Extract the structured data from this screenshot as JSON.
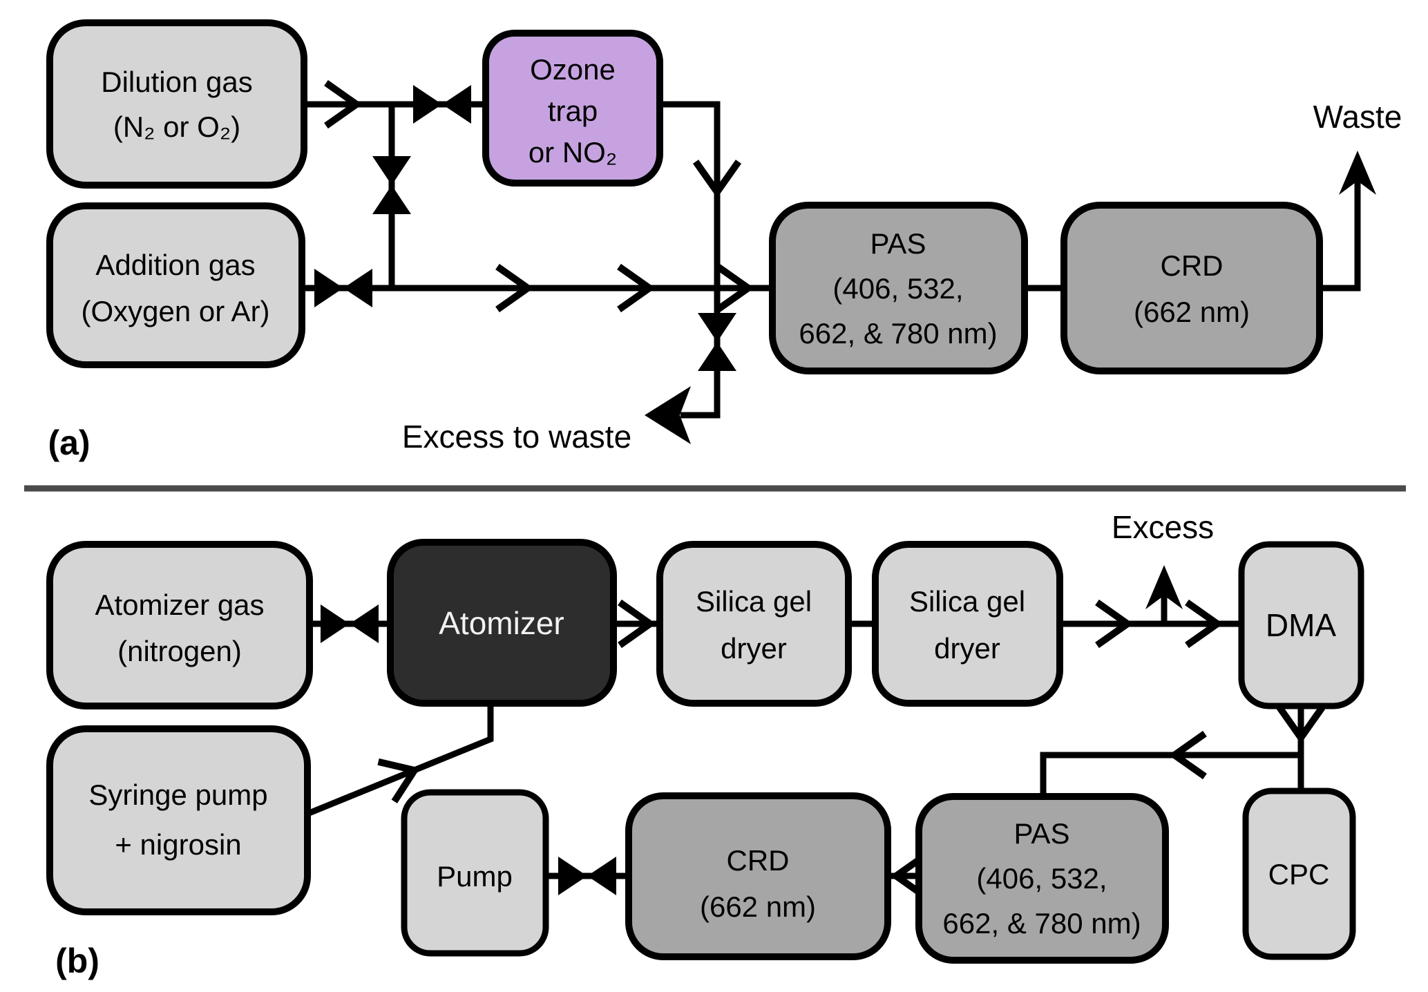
{
  "figure": {
    "type": "flow-diagram",
    "panels": [
      "(a)",
      "(b)"
    ]
  },
  "colors": {
    "box_light": "#d5d5d5",
    "box_mid": "#a6a6a6",
    "box_dark": "#2d2d2d",
    "box_purple": "#c6a3e0",
    "line": "#000000",
    "divider": "#4a4a4a",
    "text": "#000000",
    "text_on_dark": "#f2f2f2"
  },
  "panel_a": {
    "tag": "(a)",
    "nodes": {
      "dilution": {
        "lines": [
          "Dilution gas",
          "(N₂ or O₂)"
        ]
      },
      "addition": {
        "lines": [
          "Addition gas",
          "(Oxygen or Ar)"
        ]
      },
      "ozone": {
        "lines": [
          "Ozone",
          "trap",
          "or NO₂"
        ]
      },
      "pas": {
        "lines": [
          "PAS",
          "(406, 532,",
          "662, & 780 nm)"
        ]
      },
      "crd": {
        "lines": [
          "CRD",
          "(662 nm)"
        ]
      }
    },
    "labels": {
      "waste": "Waste",
      "excess_to_waste": "Excess to waste"
    }
  },
  "panel_b": {
    "tag": "(b)",
    "nodes": {
      "atomizer_gas": {
        "lines": [
          "Atomizer gas",
          "(nitrogen)"
        ]
      },
      "atomizer": {
        "lines": [
          "Atomizer"
        ]
      },
      "silica1": {
        "lines": [
          "Silica gel",
          "dryer"
        ]
      },
      "silica2": {
        "lines": [
          "Silica gel",
          "dryer"
        ]
      },
      "dma": {
        "lines": [
          "DMA"
        ]
      },
      "syringe": {
        "lines": [
          "Syringe pump",
          "+ nigrosin"
        ]
      },
      "pump": {
        "lines": [
          "Pump"
        ]
      },
      "crd": {
        "lines": [
          "CRD",
          "(662 nm)"
        ]
      },
      "pas": {
        "lines": [
          "PAS",
          "(406, 532,",
          "662, & 780 nm)"
        ]
      },
      "cpc": {
        "lines": [
          "CPC"
        ]
      }
    },
    "labels": {
      "excess": "Excess"
    }
  }
}
